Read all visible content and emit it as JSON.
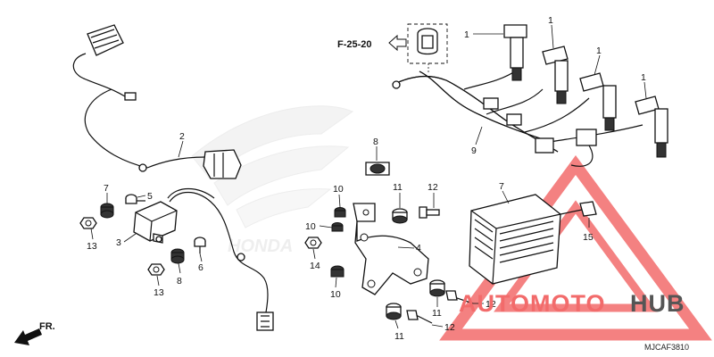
{
  "diagram": {
    "reference_page": "F-25-20",
    "part_code": "MJCAF3810",
    "front_indicator": "FR.",
    "watermark": {
      "part1": "AUTOMOTO",
      "part2": "HUB"
    },
    "background_brand": "HONDA",
    "labels": [
      {
        "id": "ignition-coil-1a",
        "text": "1"
      },
      {
        "id": "ignition-coil-1b",
        "text": "1"
      },
      {
        "id": "ignition-coil-1c",
        "text": "1"
      },
      {
        "id": "ignition-coil-1d",
        "text": "1"
      },
      {
        "id": "ecu-2",
        "text": "2"
      },
      {
        "id": "bracket-3",
        "text": "3"
      },
      {
        "id": "harness-4",
        "text": "4"
      },
      {
        "id": "harness-5",
        "text": "5"
      },
      {
        "id": "relay-6",
        "text": "6"
      },
      {
        "id": "bolt-7a",
        "text": "7"
      },
      {
        "id": "bolt-7b",
        "text": "7"
      },
      {
        "id": "grommet-8a",
        "text": "8"
      },
      {
        "id": "grommet-8b",
        "text": "8"
      },
      {
        "id": "clip-9",
        "text": "9"
      },
      {
        "id": "grommet-10a",
        "text": "10"
      },
      {
        "id": "grommet-10b",
        "text": "10"
      },
      {
        "id": "grommet-10c",
        "text": "10"
      },
      {
        "id": "collar-11a",
        "text": "11"
      },
      {
        "id": "collar-11b",
        "text": "11"
      },
      {
        "id": "collar-11c",
        "text": "11"
      },
      {
        "id": "bolt-12a",
        "text": "12"
      },
      {
        "id": "bolt-12b",
        "text": "12"
      },
      {
        "id": "bolt-12c",
        "text": "12"
      },
      {
        "id": "nut-13a",
        "text": "13"
      },
      {
        "id": "nut-13b",
        "text": "13"
      },
      {
        "id": "nut-14",
        "text": "14"
      },
      {
        "id": "bolt-15",
        "text": "15"
      }
    ]
  }
}
